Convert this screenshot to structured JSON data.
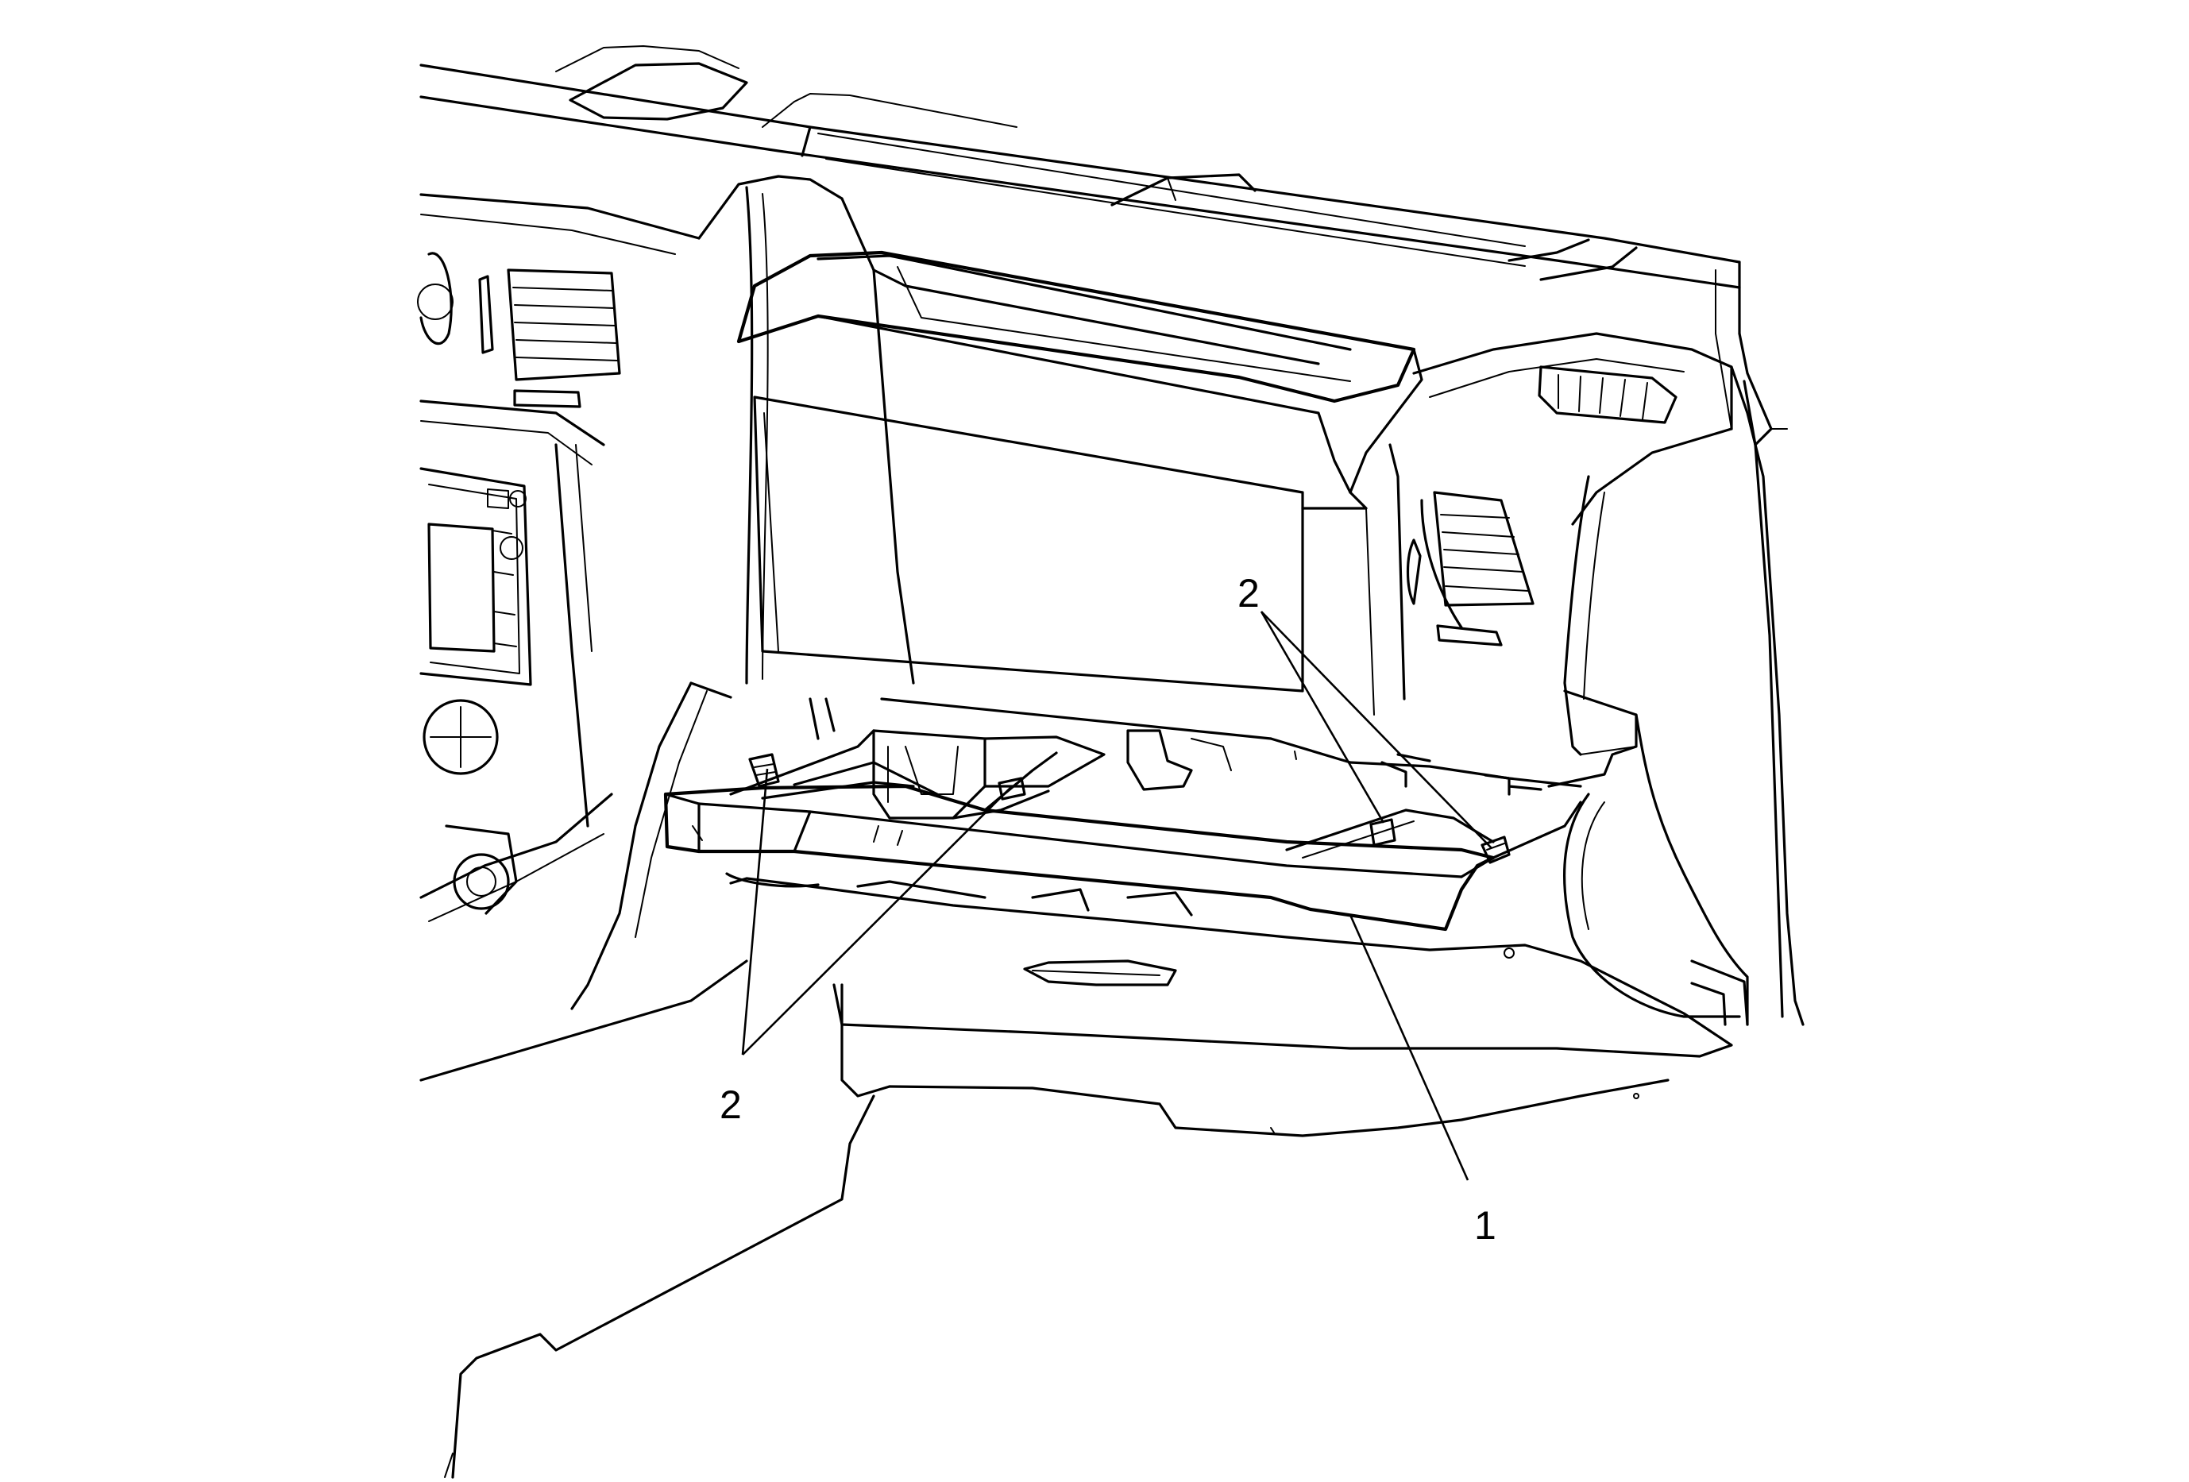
{
  "callouts": {
    "glove_box_door": "1",
    "hinge_clips_right": "2",
    "hinge_clips_left": "2"
  },
  "colors": {
    "ink": "#000000",
    "paper": "#ffffff"
  }
}
